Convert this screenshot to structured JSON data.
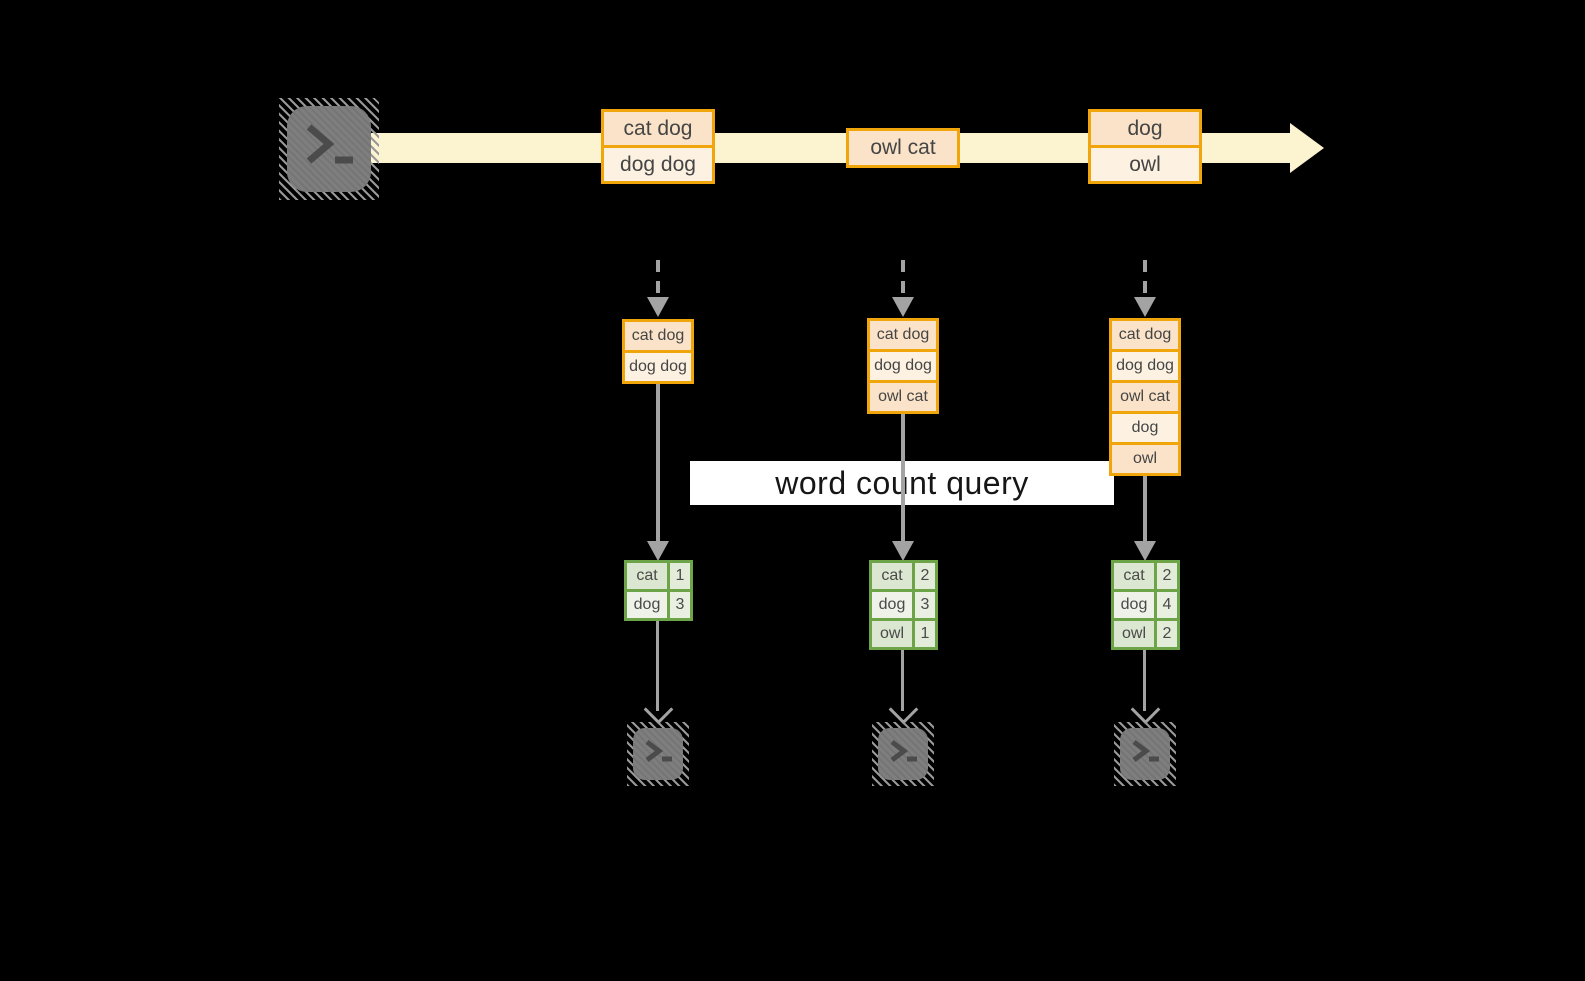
{
  "query_label": "word count query",
  "columns": [
    {
      "time_batch": [
        "cat dog",
        "dog dog"
      ],
      "state": [
        "cat dog",
        "dog dog"
      ],
      "counts": [
        {
          "word": "cat",
          "count": "1"
        },
        {
          "word": "dog",
          "count": "3"
        }
      ]
    },
    {
      "time_batch": [
        "owl cat"
      ],
      "state": [
        "cat dog",
        "dog dog",
        "owl cat"
      ],
      "counts": [
        {
          "word": "cat",
          "count": "2"
        },
        {
          "word": "dog",
          "count": "3"
        },
        {
          "word": "owl",
          "count": "1"
        }
      ]
    },
    {
      "time_batch": [
        "dog",
        "owl"
      ],
      "state": [
        "cat dog",
        "dog dog",
        "owl cat",
        "dog",
        "owl"
      ],
      "counts": [
        {
          "word": "cat",
          "count": "2"
        },
        {
          "word": "dog",
          "count": "4"
        },
        {
          "word": "owl",
          "count": "2"
        }
      ]
    }
  ],
  "icons": {
    "source": "terminal-icon",
    "sinks": [
      "terminal-icon",
      "terminal-icon",
      "terminal-icon"
    ]
  },
  "colors": {
    "background": "#000000",
    "accent_orange": "#f0a50a",
    "fill_peach": "#fae3c8",
    "fill_cream": "#fdf2e2",
    "stream_yellow": "#fcf3d1",
    "accent_green": "#6da447",
    "fill_green_dark": "#dbe7d0",
    "fill_green_light": "#eef2e8",
    "arrow_gray": "#a3a3a3",
    "terminal_gray": "#7e7e7e",
    "label_bg": "#ffffff"
  }
}
